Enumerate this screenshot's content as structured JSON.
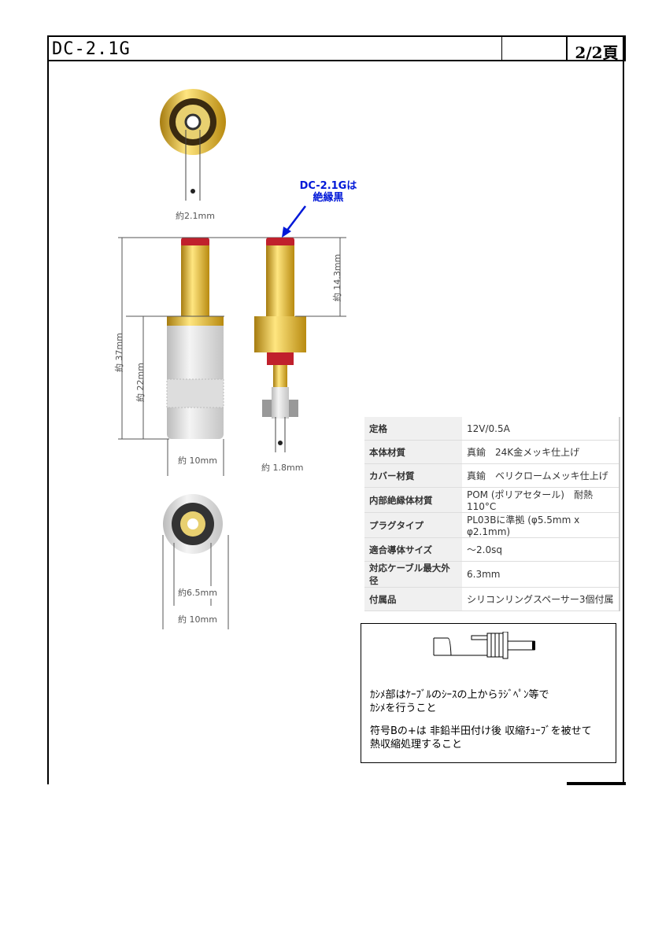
{
  "header": {
    "title": "DC-2.1G",
    "page": "2/2頁"
  },
  "dimensions": {
    "hole": "約2.1mm",
    "total_length": "約 37mm",
    "cover_length": "約 22mm",
    "cover_width": "約 10mm",
    "pin_length": "約 14.3mm",
    "terminal": "約 1.8mm",
    "inner_diameter": "約6.5mm",
    "outer_diameter": "約 10mm"
  },
  "annotation": {
    "line1": "DC-2.1Gは",
    "line2": "絶縁黒"
  },
  "specs": [
    {
      "key": "定格",
      "value": "12V/0.5A"
    },
    {
      "key": "本体材質",
      "value": "真鍮　24K金メッキ仕上げ"
    },
    {
      "key": "カバー材質",
      "value": "真鍮　ベリクロームメッキ仕上げ"
    },
    {
      "key": "内部絶縁体材質",
      "value": "POM (ポリアセタール)　耐熱110°C"
    },
    {
      "key": "プラグタイプ",
      "value": "PL03Bに準拠 (φ5.5mm x φ2.1mm)"
    },
    {
      "key": "適合導体サイズ",
      "value": "～2.0sq"
    },
    {
      "key": "対応ケーブル最大外径",
      "value": "6.3mm"
    },
    {
      "key": "付属品",
      "value": "シリコンリングスペーサー3個付属"
    }
  ],
  "note": {
    "text1": "ｶｼﾒ部はｹｰﾌﾞﾙのｼｰｽの上からﾗｼﾞﾍﾟﾝ等で\nｶｼﾒを行うこと",
    "text2": "符号Bの+は 非鉛半田付け後 収縮ﾁｭｰﾌﾞを被せて\n熱収縮処理すること"
  },
  "colors": {
    "gold": "#d8b020",
    "red": "#c0202c",
    "silver": "#d8d8d8",
    "blue": "#0018d8"
  }
}
